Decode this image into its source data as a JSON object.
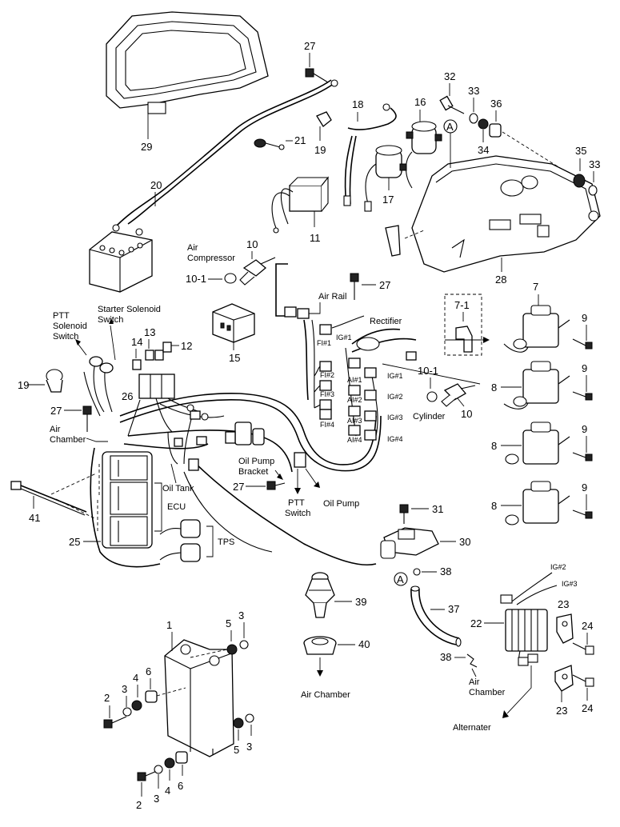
{
  "callouts": {
    "n1": "1",
    "n2a": "2",
    "n2b": "2",
    "n3a": "3",
    "n3b": "3",
    "n3c": "3",
    "n3d": "3",
    "n4a": "4",
    "n4b": "4",
    "n5a": "5",
    "n5b": "5",
    "n6a": "6",
    "n6b": "6",
    "n7": "7",
    "n7_1": "7-1",
    "n8a": "8",
    "n8b": "8",
    "n8c": "8",
    "n9a": "9",
    "n9b": "9",
    "n9c": "9",
    "n9d": "9",
    "n10a": "10",
    "n10b": "10",
    "n10_1a": "10-1",
    "n10_1b": "10-1",
    "n11": "11",
    "n12": "12",
    "n13": "13",
    "n14": "14",
    "n15": "15",
    "n16": "16",
    "n17": "17",
    "n18": "18",
    "n19a": "19",
    "n19b": "19",
    "n20": "20",
    "n21": "21",
    "n22": "22",
    "n23a": "23",
    "n23b": "23",
    "n24a": "24",
    "n24b": "24",
    "n25": "25",
    "n26": "26",
    "n27a": "27",
    "n27b": "27",
    "n27c": "27",
    "n27d": "27",
    "n28": "28",
    "n29": "29",
    "n30": "30",
    "n31": "31",
    "n32": "32",
    "n33a": "33",
    "n33b": "33",
    "n34": "34",
    "n35": "35",
    "n36": "36",
    "n37": "37",
    "n38a": "38",
    "n38b": "38",
    "n39": "39",
    "n40": "40",
    "n41": "41"
  },
  "labels": {
    "air_compressor_1": "Air",
    "air_compressor_2": "Compressor",
    "air_rail": "Air Rail",
    "rectifier": "Rectifier",
    "ptt_solenoid_1": "PTT",
    "ptt_solenoid_2": "Solenoid",
    "ptt_solenoid_3": "Switch",
    "starter_solenoid_1": "Starter Solenoid",
    "starter_solenoid_2": "Switch",
    "air_chamber_left_1": "Air",
    "air_chamber_left_2": "Chamber",
    "oil_tank": "Oil Tank",
    "ecu": "ECU",
    "tps": "TPS",
    "oil_pump_bracket_1": "Oil Pump",
    "oil_pump_bracket_2": "Bracket",
    "ptt_switch_1": "PTT",
    "ptt_switch_2": "Switch",
    "oil_pump": "Oil Pump",
    "cylinder": "Cylinder",
    "air_chamber_bottom": "Air Chamber",
    "air_chamber_right_1": "Air",
    "air_chamber_right_2": "Chamber",
    "alternater": "Alternater",
    "circle_a": "A"
  },
  "connector_tags": {
    "fi1": "FI#1",
    "fi2": "FI#2",
    "fi3": "FI#3",
    "fi4": "FI#4",
    "ai1": "AI#1",
    "ai2": "AI#2",
    "ai3": "AI#3",
    "ai4": "AI#4",
    "ig1_top": "IG#1",
    "ig1": "IG#1",
    "ig2": "IG#2",
    "ig3": "IG#3",
    "ig4": "IG#4",
    "ig2_alt": "IG#2",
    "ig3_alt": "IG#3"
  }
}
